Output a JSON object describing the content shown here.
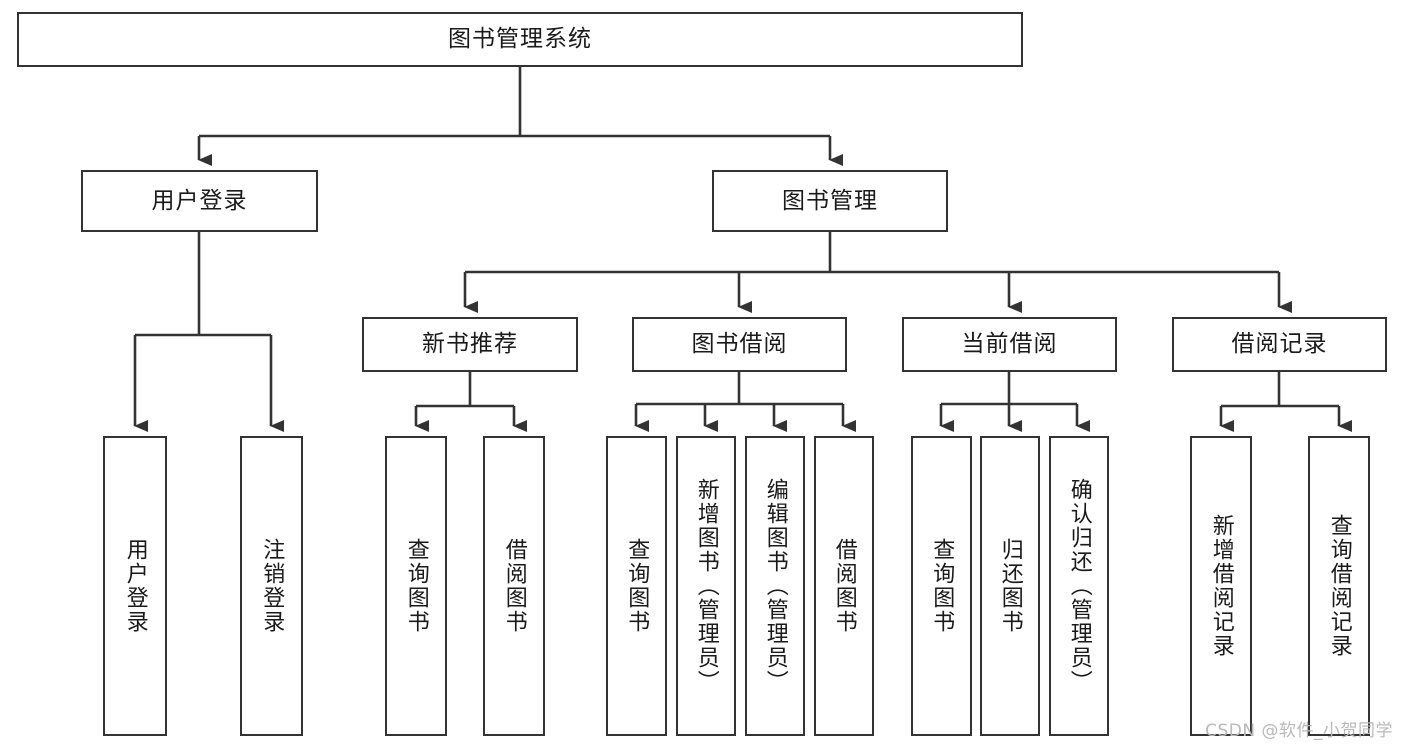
{
  "diagram": {
    "type": "tree",
    "title": "图书管理系统",
    "watermark": "CSDN @软件_小贺同学",
    "colors": {
      "box_border": "#333333",
      "box_fill": "#ffffff",
      "connector": "#333333",
      "text": "#1a1a1a",
      "watermark": "#b9b9b9"
    },
    "root": {
      "label": "图书管理系统"
    },
    "level2": [
      {
        "label": "用户登录"
      },
      {
        "label": "图书管理"
      }
    ],
    "level3": [
      {
        "label": "新书推荐"
      },
      {
        "label": "图书借阅"
      },
      {
        "label": "当前借阅"
      },
      {
        "label": "借阅记录"
      }
    ],
    "leaves": {
      "user_login": [
        {
          "label": "用户登录"
        },
        {
          "label": "注销登录"
        }
      ],
      "new_book": [
        {
          "label": "查询图书"
        },
        {
          "label": "借阅图书"
        }
      ],
      "borrow_book": [
        {
          "label": "查询图书"
        },
        {
          "label": "新增图书（管理员）"
        },
        {
          "label": "编辑图书（管理员）"
        },
        {
          "label": "借阅图书"
        }
      ],
      "current_borrow": [
        {
          "label": "查询图书"
        },
        {
          "label": "归还图书"
        },
        {
          "label": "确认归还（管理员）"
        }
      ],
      "borrow_record": [
        {
          "label": "新增借阅记录"
        },
        {
          "label": "查询借阅记录"
        }
      ]
    }
  }
}
